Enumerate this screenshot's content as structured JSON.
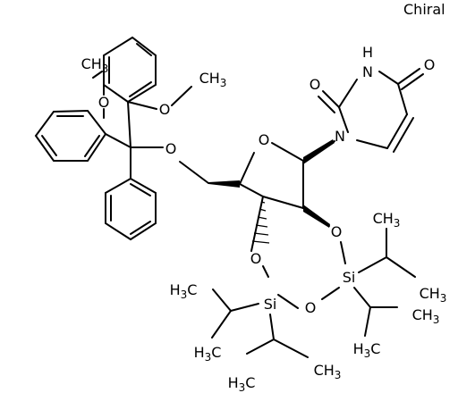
{
  "stereo_note": "Chiral",
  "labels": {
    "n1": "N",
    "n3": "N",
    "h_n3": "H",
    "o_c2": "O",
    "o_c4": "O",
    "o_ring": "O",
    "o_5prime": "O",
    "o_2prime": "O",
    "o_3prime": "O",
    "o_bridge": "O",
    "o_methoxy_a": "O",
    "o_methoxy_b": "O",
    "si_a": "Si",
    "si_b": "Si",
    "ch3_methoxy_a": "CH3",
    "ch3_methoxy_b": "CH3",
    "h3c_iprA_1": "H3C",
    "h3c_iprA_2": "H3C",
    "h3c_iprA_3": "H3C",
    "ch3_iprA": "CH3",
    "ch3_iprB_1": "CH3",
    "ch3_iprB_2": "CH3",
    "ch3_iprB_3": "CH3",
    "h3c_iprB": "H3C"
  }
}
